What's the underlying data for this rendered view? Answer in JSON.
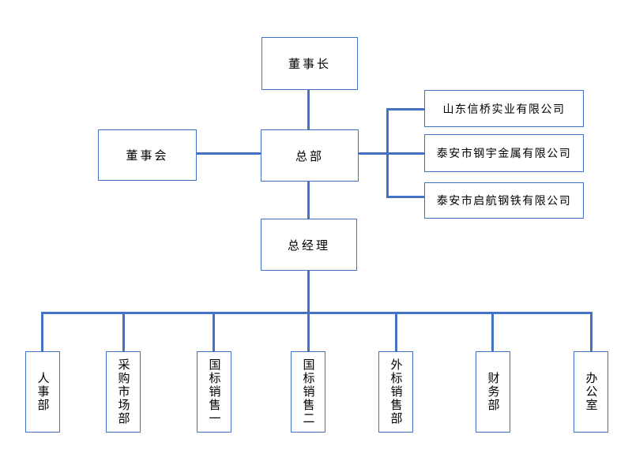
{
  "diagram": {
    "type": "org-chart",
    "nodes": {
      "chairman": "董事长",
      "board": "董事会",
      "headquarters": "总部",
      "general_manager": "总经理"
    },
    "subsidiaries": [
      "山东信桥实业有限公司",
      "泰安市钢宇金属有限公司",
      "泰安市启航钢铁有限公司"
    ],
    "departments": [
      "人事部",
      "采购市场部",
      "国标销售一",
      "国标销售二",
      "外标销售部",
      "财务部",
      "办公室"
    ]
  },
  "colors": {
    "connector": "#4472C4",
    "box_border": "#4472C4",
    "text": "#000000",
    "background": "#FFFFFF"
  }
}
